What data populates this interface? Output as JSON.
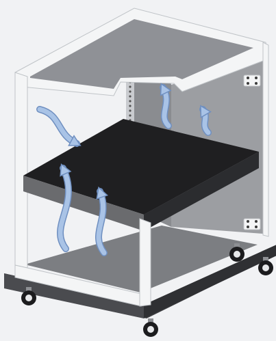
{
  "diagram": {
    "subject": "rack-cabinet-on-casters-airflow",
    "elements": {
      "cabinet_frame": {
        "color": "#f4f5f6",
        "outline": "#bfc3c7"
      },
      "top_panel": {
        "color": "#8f9196"
      },
      "back_panel": {
        "color": "#8a8c90"
      },
      "side_panel": {
        "color": "#9c9ea2"
      },
      "base_shelf": {
        "color": "#7c7e82"
      },
      "base_plinth": {
        "color": "#3c3d40"
      },
      "equipment_unit": {
        "top_color": "#1f1f21",
        "front_color": "#6a6b6e"
      },
      "casters": {
        "count": 4,
        "wheel_color": "#1c1c1e"
      },
      "airflow_arrows": {
        "count": 5,
        "color": "#a9c3e6",
        "outline": "#6f8fc0"
      }
    }
  }
}
